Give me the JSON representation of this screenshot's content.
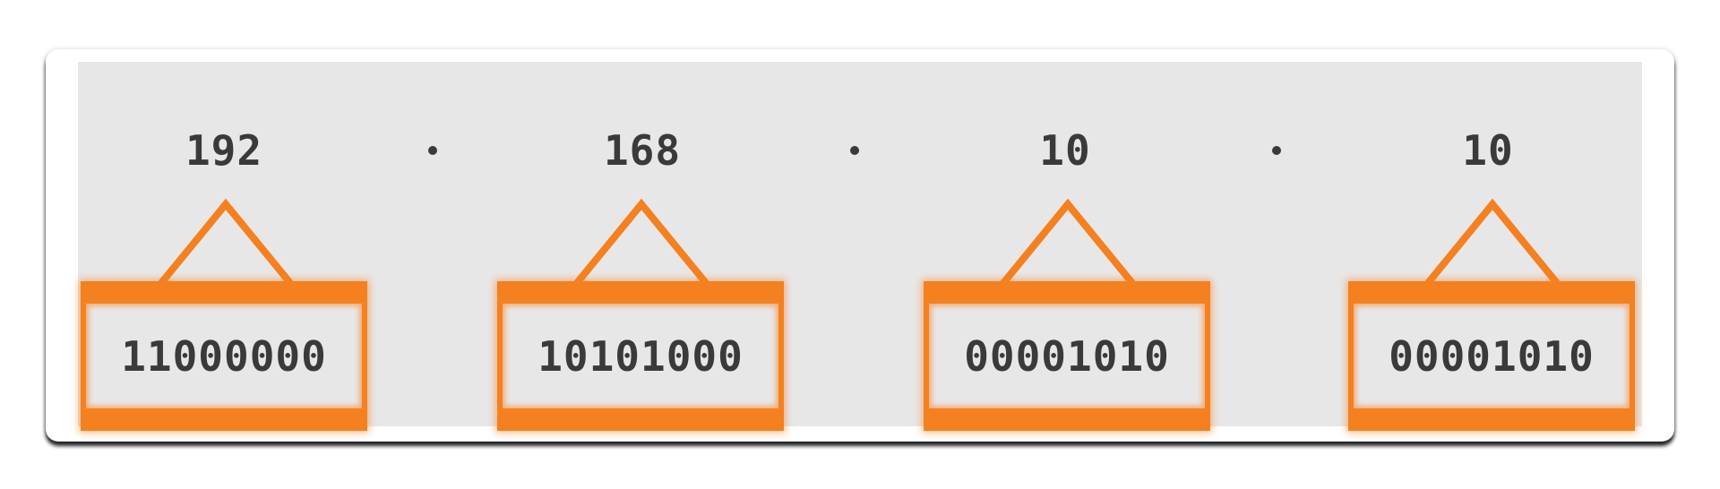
{
  "diagram": {
    "octets": [
      {
        "decimal": "192",
        "binary": "11000000"
      },
      {
        "decimal": "168",
        "binary": "10101000"
      },
      {
        "decimal": "10",
        "binary": "00001010"
      },
      {
        "decimal": "10",
        "binary": "00001010"
      }
    ],
    "separator": ".",
    "colors": {
      "accent": "#f5801f",
      "panel": "#e8e7e8",
      "text": "#3a3a3a"
    }
  }
}
